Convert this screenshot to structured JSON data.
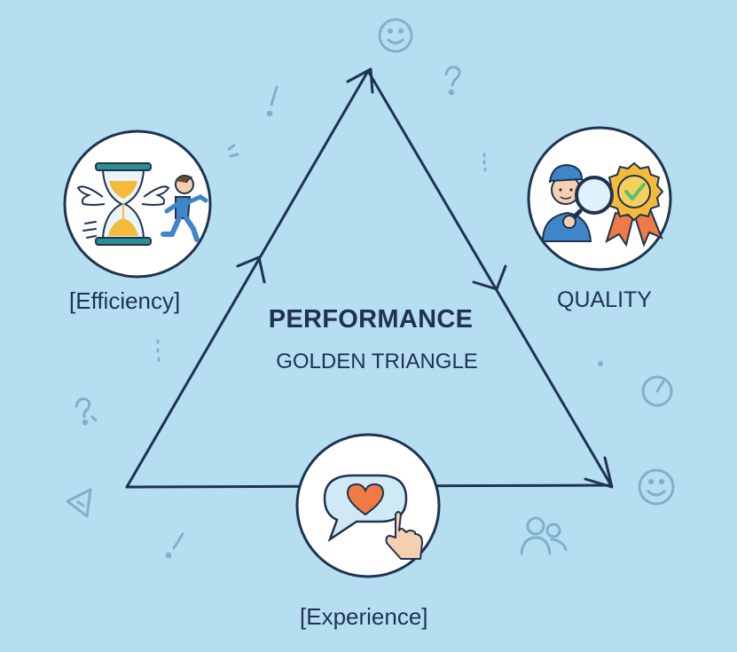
{
  "title": "PERFORMANCE",
  "subtitle": "GOLDEN TRIANGLE",
  "nodes": {
    "left": {
      "label": "[Efficiency]",
      "icon": "hourglass-runner-icon"
    },
    "right": {
      "label": "QUALITY",
      "icon": "inspector-badge-icon"
    },
    "bottom": {
      "label": "[Experience]",
      "icon": "heart-chat-click-icon"
    }
  },
  "colors": {
    "background": "#b5def0",
    "line": "#1f3350",
    "decor": "#7fb0cc",
    "accent_orange": "#f07a45",
    "accent_gold": "#f4bb3b",
    "accent_blue": "#3f86c9",
    "accent_green": "#5bbf6e"
  }
}
